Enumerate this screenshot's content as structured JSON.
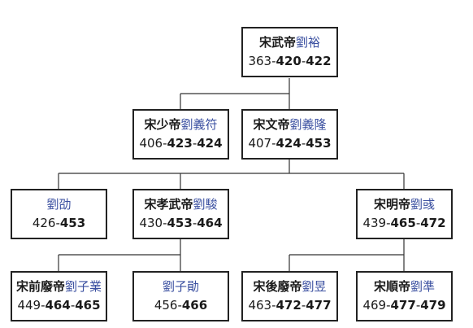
{
  "nodes": {
    "wudi": {
      "title": "宋武帝",
      "name": "劉裕",
      "birth": "363",
      "reign_start": "420",
      "end": "422"
    },
    "shaodi": {
      "title": "宋少帝",
      "name": "劉義符",
      "birth": "406",
      "reign_start": "423",
      "end": "424"
    },
    "wendi": {
      "title": "宋文帝",
      "name": "劉義隆",
      "birth": "407",
      "reign_start": "424",
      "end": "453"
    },
    "shao": {
      "title": "",
      "name": "劉劭",
      "birth": "426",
      "reign_start": "",
      "end": "453"
    },
    "xiaowudi": {
      "title": "宋孝武帝",
      "name": "劉駿",
      "birth": "430",
      "reign_start": "453",
      "end": "464"
    },
    "mingdi": {
      "title": "宋明帝",
      "name": "劉彧",
      "birth": "439",
      "reign_start": "465",
      "end": "472"
    },
    "qianfeidi": {
      "title": "宋前廢帝",
      "name": "劉子業",
      "birth": "449",
      "reign_start": "464",
      "end": "465"
    },
    "zixun": {
      "title": "",
      "name": "劉子勛",
      "birth": "456",
      "reign_start": "",
      "end": "466"
    },
    "houfeidi": {
      "title": "宋後廢帝",
      "name": "劉昱",
      "birth": "463",
      "reign_start": "472",
      "end": "477"
    },
    "shundi": {
      "title": "宋順帝",
      "name": "劉準",
      "birth": "469",
      "reign_start": "477",
      "end": "479"
    }
  }
}
